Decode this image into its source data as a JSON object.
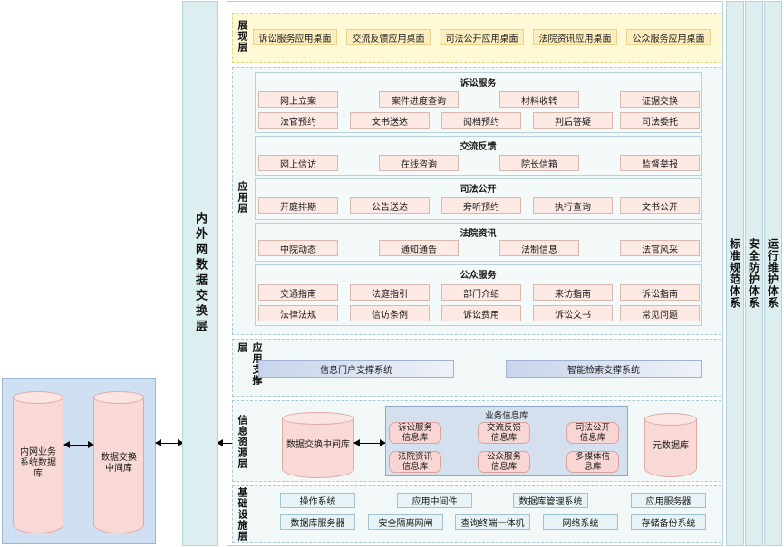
{
  "exchange_layer": "内外网数据交换层",
  "right_columns": [
    "标准规范体系",
    "安全防护体系",
    "运行维护体系"
  ],
  "presentation": {
    "label": "展现层",
    "items": [
      "诉讼服务应用桌面",
      "交流反馈应用桌面",
      "司法公开应用桌面",
      "法院资讯应用桌面",
      "公众服务应用桌面"
    ]
  },
  "application": {
    "label": "应用层",
    "groups": [
      {
        "title": "诉讼服务",
        "rows": [
          [
            "网上立案",
            "案件进度查询",
            "材料收转",
            "证据交换"
          ],
          [
            "法官预约",
            "文书送达",
            "阅档预约",
            "判后答疑",
            "司法委托"
          ]
        ]
      },
      {
        "title": "交流反馈",
        "rows": [
          [
            "网上信访",
            "在线咨询",
            "院长信箱",
            "监督举报"
          ]
        ]
      },
      {
        "title": "司法公开",
        "rows": [
          [
            "开庭排期",
            "公告送达",
            "旁听预约",
            "执行查询",
            "文书公开"
          ]
        ]
      },
      {
        "title": "法院资讯",
        "rows": [
          [
            "中院动态",
            "通知通告",
            "法制信息",
            "法官风采"
          ]
        ]
      },
      {
        "title": "公众服务",
        "rows": [
          [
            "交通指南",
            "法庭指引",
            "部门介绍",
            "来访指南",
            "诉讼指南"
          ],
          [
            "法律法规",
            "信访条例",
            "诉讼费用",
            "诉讼文书",
            "常见问题"
          ]
        ]
      }
    ]
  },
  "support": {
    "label": "应用支撑层",
    "items": [
      "信息门户支撑系统",
      "智能检索支撑系统"
    ]
  },
  "resource": {
    "label": "信息资源层",
    "exchange_db": "数据交换中间库",
    "biz_title": "业务信息库",
    "biz_items": [
      "诉讼服务信息库",
      "交流反馈信息库",
      "司法公开信息库",
      "法院资讯信息库",
      "公众服务信息库",
      "多媒体信息库"
    ],
    "meta_db": "元数据库"
  },
  "infrastructure": {
    "label": "基础设施层",
    "rows": [
      [
        "操作系统",
        "应用中间件",
        "数据库管理系统",
        "应用服务器"
      ],
      [
        "数据库服务器",
        "安全隔离网闸",
        "查询终端一体机",
        "网络系统",
        "存储备份系统"
      ]
    ]
  },
  "internal": {
    "business_db": "内网业务系统数据库",
    "exchange_db": "数据交换中间库"
  }
}
